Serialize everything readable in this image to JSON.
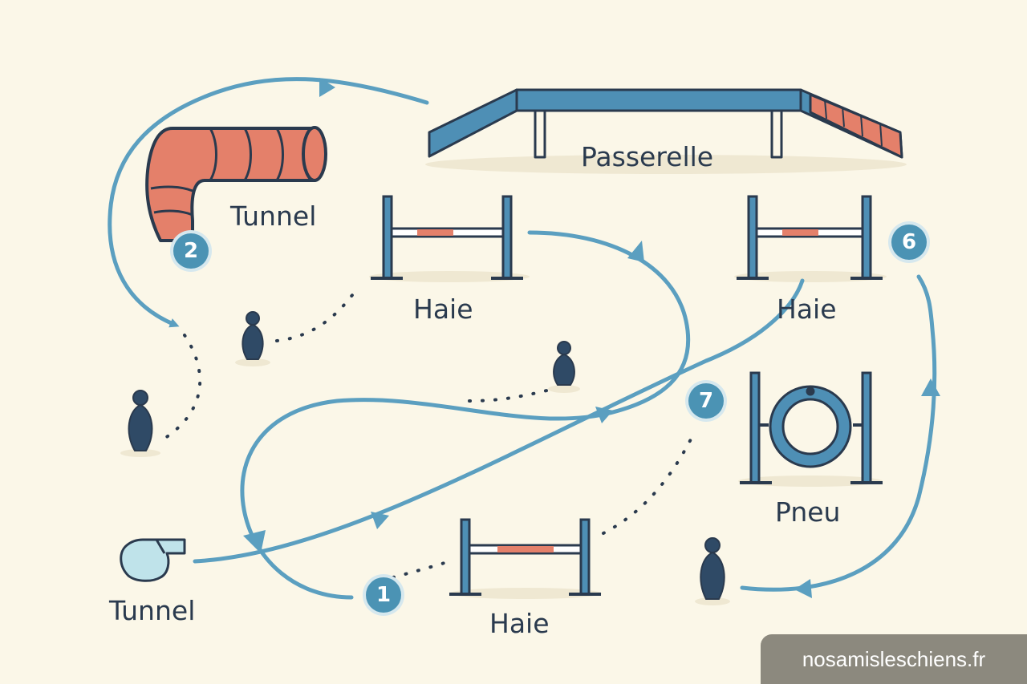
{
  "diagram": {
    "labels": {
      "passerelle": "Passerelle",
      "tunnel_curved": "Tunnel",
      "haie_left": "Haie",
      "haie_right": "Haie",
      "pneu": "Pneu",
      "tunnel_whistle": "Tunnel",
      "haie_bottom": "Haie"
    },
    "steps": {
      "one": "1",
      "two": "2",
      "six": "6",
      "seven": "7"
    }
  },
  "watermark": "nosamisleschiens.fr",
  "colors": {
    "background": "#fbf7e8",
    "path_blue": "#5b9fc0",
    "badge_blue": "#4b93b4",
    "equipment_blue": "#4e8fb5",
    "tunnel_orange": "#e4806a",
    "dark_navy": "#2a3a4e",
    "watermark_bg": "#8c897e"
  }
}
